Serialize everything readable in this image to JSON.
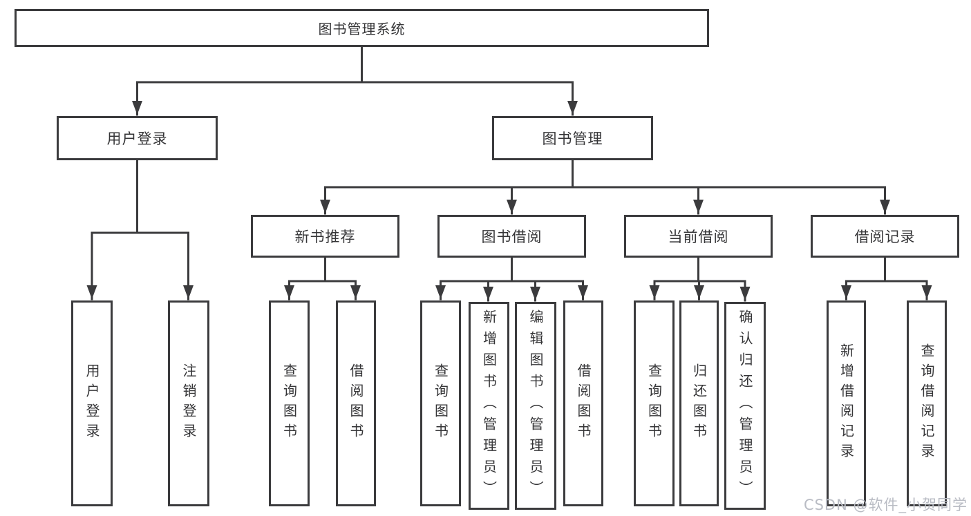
{
  "diagram": {
    "root": {
      "label": "图书管理系统"
    },
    "level2": {
      "user_login": {
        "label": "用户登录"
      },
      "book_mgmt": {
        "label": "图书管理"
      }
    },
    "level3": {
      "new_books": {
        "label": "新书推荐"
      },
      "book_borrow": {
        "label": "图书借阅"
      },
      "current_borrow": {
        "label": "当前借阅"
      },
      "borrow_records": {
        "label": "借阅记录"
      }
    },
    "leaves": {
      "user_login": "用户登录",
      "logout": "注销登录",
      "nb_query": "查询图书",
      "nb_borrow": "借阅图书",
      "bb_query": "查询图书",
      "bb_add": "新增图书（管理员）",
      "bb_edit": "编辑图书（管理员）",
      "bb_borrow": "借阅图书",
      "cb_query": "查询图书",
      "cb_return": "归还图书",
      "cb_confirm": "确认归还（管理员）",
      "br_add": "新增借阅记录",
      "br_query": "查询借阅记录"
    }
  },
  "watermark": "CSDN @软件_小贺同学",
  "colors": {
    "line": "#3b3b3d",
    "text": "#353537",
    "watermark": "#b9bcc4",
    "background": "#ffffff"
  }
}
